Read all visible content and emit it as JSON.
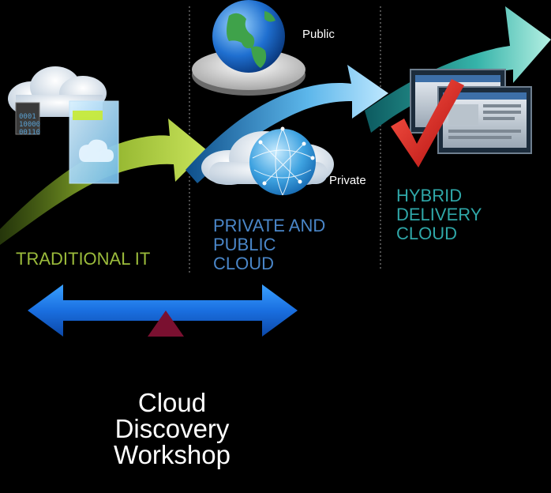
{
  "stages": {
    "traditional": {
      "label": "TRADITIONAL IT",
      "color": "#9bbb3b"
    },
    "private_public": {
      "label": "PRIVATE AND\nPUBLIC\nCLOUD",
      "color": "#4a86c8"
    },
    "hybrid": {
      "label": "HYBRID\nDELIVERY\nCLOUD",
      "color": "#2fa7a8"
    }
  },
  "cloud_labels": {
    "public": "Public",
    "private": "Private"
  },
  "workshop_title": "Cloud\nDiscovery\nWorkshop",
  "colors": {
    "background": "#000000",
    "arrow_blue": "#1e73e8",
    "marker": "#7a1030",
    "divider": "#9a9a9a"
  },
  "icons": {
    "traditional": "document-with-cloud-and-binary-icon",
    "public": "globe-on-disk-icon",
    "private": "network-cloud-icon",
    "hybrid": "browser-windows-with-checkmark-icon"
  }
}
